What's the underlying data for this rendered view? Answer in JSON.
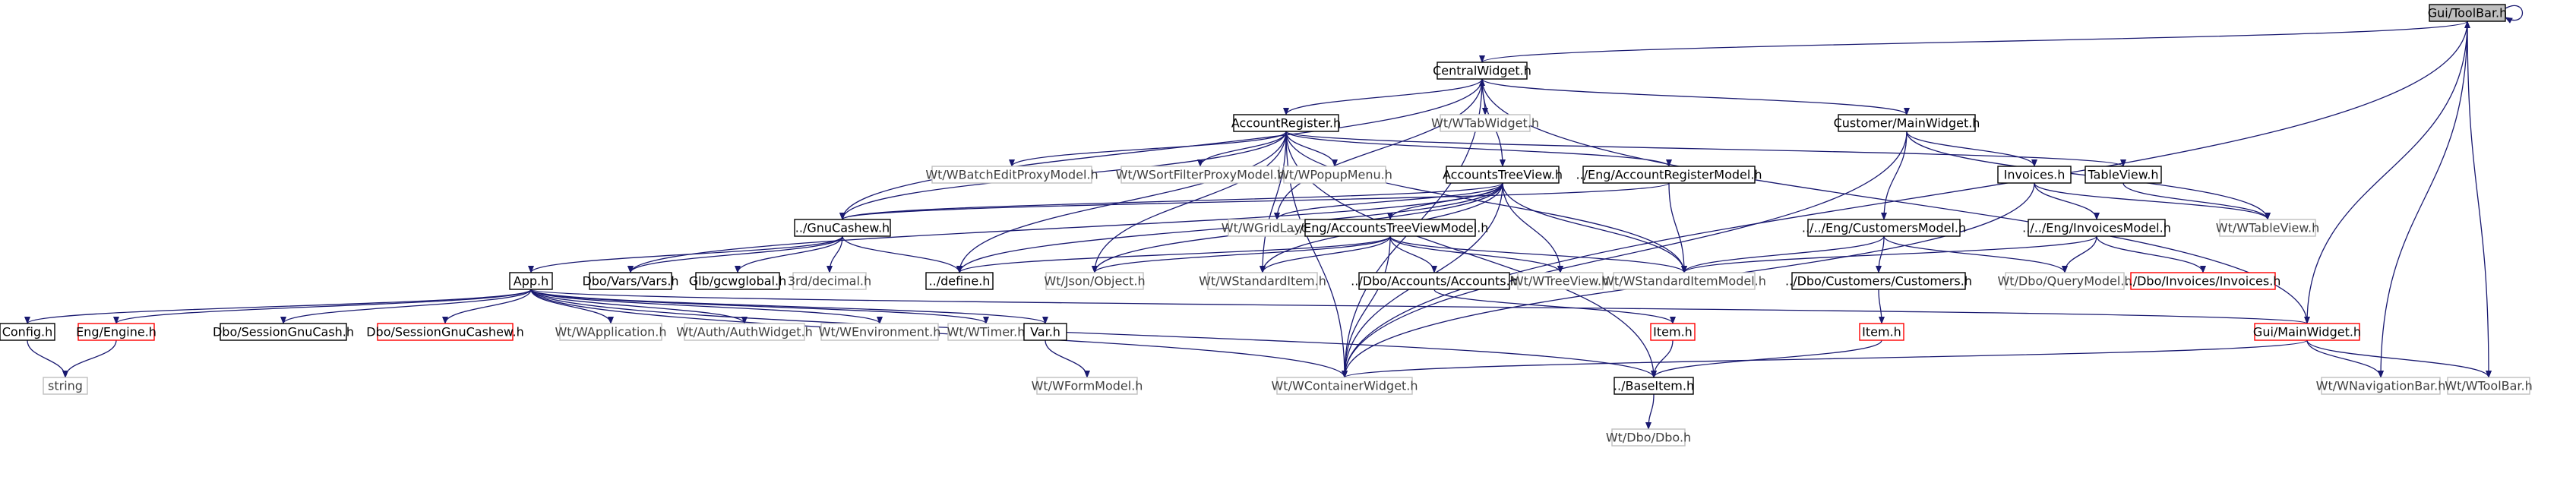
{
  "colors": {
    "edge": "#191970",
    "node_border": "#000000",
    "missing_border": "#bfbfbf",
    "missing_text": "#404040",
    "warn_border": "#ff0000",
    "highlight_fill": "#bfbfbf"
  },
  "nodes": [
    {
      "id": "toolbar",
      "label": "Gui/ToolBar.h",
      "kind": "highlight"
    },
    {
      "id": "central",
      "label": "CentralWidget.h",
      "kind": "normal"
    },
    {
      "id": "tabwidget",
      "label": "Wt/WTabWidget.h",
      "kind": "missing"
    },
    {
      "id": "acctreg",
      "label": "AccountRegister.h",
      "kind": "normal"
    },
    {
      "id": "custmain",
      "label": "Customer/MainWidget.h",
      "kind": "normal"
    },
    {
      "id": "batch",
      "label": "Wt/WBatchEditProxyModel.h",
      "kind": "missing"
    },
    {
      "id": "sortf",
      "label": "Wt/WSortFilterProxyModel.h",
      "kind": "missing"
    },
    {
      "id": "popup",
      "label": "Wt/WPopupMenu.h",
      "kind": "missing"
    },
    {
      "id": "acctree",
      "label": "AccountsTreeView.h",
      "kind": "normal"
    },
    {
      "id": "engreg",
      "label": "../Eng/AccountRegisterModel.h",
      "kind": "normal"
    },
    {
      "id": "tableview",
      "label": "TableView.h",
      "kind": "normal"
    },
    {
      "id": "invoices",
      "label": "Invoices.h",
      "kind": "normal"
    },
    {
      "id": "gridlayout",
      "label": "Wt/WGridLayout.h",
      "kind": "missing"
    },
    {
      "id": "gnucash",
      "label": "../GnuCashew.h",
      "kind": "normal"
    },
    {
      "id": "engtree",
      "label": "../Eng/AccountsTreeViewModel.h",
      "kind": "normal"
    },
    {
      "id": "custmodel",
      "label": "../../Eng/CustomersModel.h",
      "kind": "normal"
    },
    {
      "id": "invmodel",
      "label": "../../Eng/InvoicesModel.h",
      "kind": "normal"
    },
    {
      "id": "wtableview",
      "label": "Wt/WTableView.h",
      "kind": "missing"
    },
    {
      "id": "app",
      "label": "App.h",
      "kind": "normal"
    },
    {
      "id": "dbovars",
      "label": "Dbo/Vars/Vars.h",
      "kind": "normal"
    },
    {
      "id": "glb",
      "label": "Glb/gcwglobal.h",
      "kind": "normal"
    },
    {
      "id": "decimal",
      "label": "3rd/decimal.h",
      "kind": "missing"
    },
    {
      "id": "define",
      "label": "../define.h",
      "kind": "normal"
    },
    {
      "id": "json",
      "label": "Wt/Json/Object.h",
      "kind": "missing"
    },
    {
      "id": "stditem",
      "label": "Wt/WStandardItem.h",
      "kind": "missing"
    },
    {
      "id": "dboacc",
      "label": "../Dbo/Accounts/Accounts.h",
      "kind": "normal"
    },
    {
      "id": "wtreeview",
      "label": "Wt/WTreeView.h",
      "kind": "missing"
    },
    {
      "id": "stdmodel",
      "label": "Wt/WStandardItemModel.h",
      "kind": "missing"
    },
    {
      "id": "dbocust",
      "label": "../Dbo/Customers/Customers.h",
      "kind": "normal"
    },
    {
      "id": "querymodel",
      "label": "Wt/Dbo/QueryModel.h",
      "kind": "missing"
    },
    {
      "id": "dboinv",
      "label": "../Dbo/Invoices/Invoices.h",
      "kind": "warn"
    },
    {
      "id": "config",
      "label": "Config.h",
      "kind": "normal"
    },
    {
      "id": "engine",
      "label": "Eng/Engine.h",
      "kind": "warn"
    },
    {
      "id": "sesscash",
      "label": "Dbo/SessionGnuCash.h",
      "kind": "normal"
    },
    {
      "id": "sesscashew",
      "label": "Dbo/SessionGnuCashew.h",
      "kind": "warn"
    },
    {
      "id": "wapp",
      "label": "Wt/WApplication.h",
      "kind": "missing"
    },
    {
      "id": "authw",
      "label": "Wt/Auth/AuthWidget.h",
      "kind": "missing"
    },
    {
      "id": "wenv",
      "label": "Wt/WEnvironment.h",
      "kind": "missing"
    },
    {
      "id": "wtimer",
      "label": "Wt/WTimer.h",
      "kind": "missing"
    },
    {
      "id": "varh",
      "label": "Var.h",
      "kind": "normal"
    },
    {
      "id": "item1",
      "label": "Item.h",
      "kind": "warn"
    },
    {
      "id": "item2",
      "label": "Item.h",
      "kind": "warn"
    },
    {
      "id": "guimain",
      "label": "Gui/MainWidget.h",
      "kind": "warn"
    },
    {
      "id": "string",
      "label": "string",
      "kind": "missing"
    },
    {
      "id": "wform",
      "label": "Wt/WFormModel.h",
      "kind": "missing"
    },
    {
      "id": "container",
      "label": "Wt/WContainerWidget.h",
      "kind": "missing"
    },
    {
      "id": "baseitem",
      "label": "../BaseItem.h",
      "kind": "normal"
    },
    {
      "id": "navbar",
      "label": "Wt/WNavigationBar.h",
      "kind": "missing"
    },
    {
      "id": "wtoolbar",
      "label": "Wt/WToolBar.h",
      "kind": "missing"
    },
    {
      "id": "dbodbo",
      "label": "Wt/Dbo/Dbo.h",
      "kind": "missing"
    }
  ]
}
